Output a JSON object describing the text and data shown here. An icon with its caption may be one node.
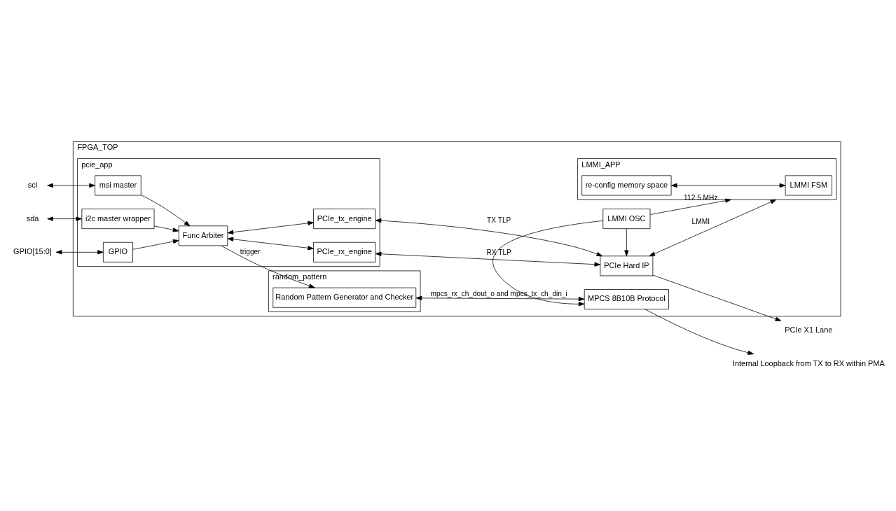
{
  "diagram": {
    "nodes": [
      {
        "text": [
          "FPGA_TOP"
        ]
      },
      {
        "text": [
          "pcie_app"
        ],
        "in": 0
      },
      {
        "text": [
          "msi master"
        ],
        "in": 1
      },
      {
        "text": [
          "i2c master wrapper"
        ],
        "in": 1
      },
      {
        "text": [
          "GPIO"
        ],
        "in": 1
      },
      {
        "text": [
          "Func Arbiter"
        ],
        "in": 1
      },
      {
        "text": [
          "PCIe_rx_engine"
        ],
        "in": 1
      },
      {
        "text": [
          "PCIe_tx_engine"
        ],
        "in": 1
      },
      {
        "text": [
          "PCIe Hard IP"
        ],
        "in": 0
      },
      {
        "text": [
          "LMMI OSC"
        ],
        "in": 0
      },
      {
        "text": [
          "LMMI_APP"
        ],
        "in": 0
      },
      {
        "text": [
          "re-config memory space"
        ],
        "in": 10
      },
      {
        "text": [
          "LMMI FSM"
        ],
        "in": 10
      },
      {
        "text": [
          "MPCS 8B10B Protocol"
        ],
        "in": 0
      },
      {
        "text": [
          "random_pattern"
        ],
        "in": 0
      },
      {
        "text": [
          "Random Pattern Generator and Checker"
        ],
        "in": 14
      },
      {
        "text": [
          "scl"
        ]
      },
      {
        "text": [
          "sda"
        ]
      },
      {
        "text": [
          "GPIO[15:0]"
        ]
      },
      {
        "text": [
          "PCIe X1 Lane"
        ]
      },
      {
        "text": [
          "Internal Loopback from TX to RX within PMA"
        ]
      }
    ],
    "edges": [
      {
        "from": 16,
        "to": 2,
        "arrow": "both"
      },
      {
        "from": 17,
        "to": 3,
        "arrow": "both"
      },
      {
        "from": 18,
        "to": 4,
        "arrow": "both"
      },
      {
        "from": 2,
        "to": 5,
        "arrow": "to"
      },
      {
        "from": 3,
        "to": 5,
        "arrow": "to"
      },
      {
        "from": 4,
        "to": 5,
        "arrow": "to"
      },
      {
        "from": 5,
        "to": 6,
        "arrow": "both"
      },
      {
        "from": 5,
        "to": 7,
        "arrow": "both"
      },
      {
        "from": 6,
        "to": 8,
        "arrow": "both",
        "label": "RX TLP"
      },
      {
        "from": 7,
        "to": 8,
        "arrow": "both",
        "label": "TX TLP"
      },
      {
        "from": 8,
        "to": 19,
        "arrow": "to"
      },
      {
        "from": 5,
        "to": 15,
        "arrow": "to",
        "label": "trigger"
      },
      {
        "from": 11,
        "to": 12,
        "arrow": "both"
      },
      {
        "from": 10,
        "to": 8,
        "arrow": "both",
        "label": "LMMI"
      },
      {
        "from": 9,
        "to": 8,
        "arrow": "to"
      },
      {
        "from": 9,
        "to": 10,
        "arrow": "to",
        "label": "112.5 MHz"
      },
      {
        "from": 9,
        "to": 13,
        "arrow": "to"
      },
      {
        "from": 15,
        "to": 13,
        "arrow": "both",
        "label": "mpcs_rx_ch_dout_o and mpcs_tx_ch_din_i"
      },
      {
        "from": 13,
        "to": 20,
        "arrow": "to"
      }
    ]
  }
}
